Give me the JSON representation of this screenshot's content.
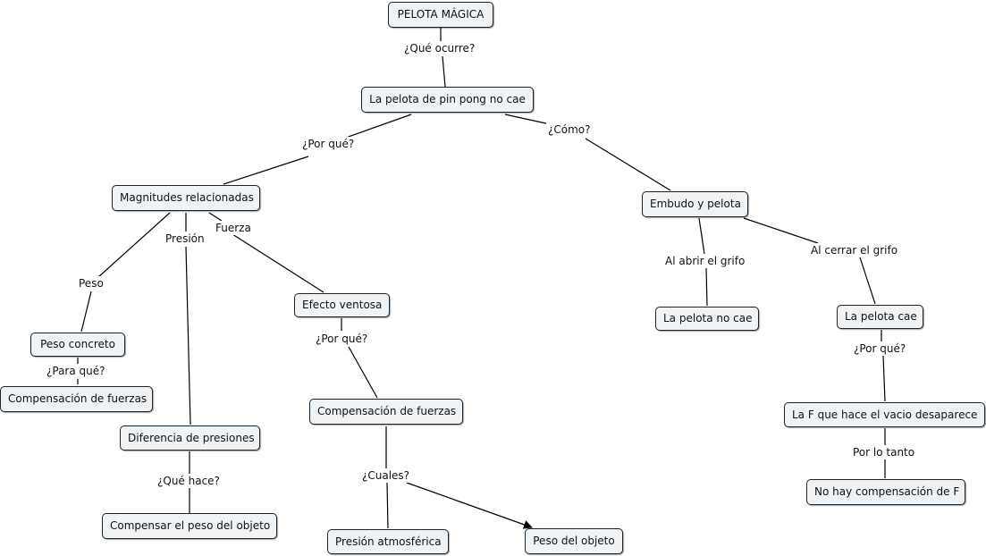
{
  "concepts": {
    "pelota_magica": "PELOTA MÁGICA",
    "pelota_no_cae_root": "La pelota de pin pong no cae",
    "magnitudes": "Magnitudes relacionadas",
    "embudo": "Embudo y pelota",
    "peso_concreto": "Peso concreto",
    "compensacion_left": "Compensación de fuerzas",
    "efecto_ventosa": "Efecto ventosa",
    "compensacion_mid": "Compensación de fuerzas",
    "diferencia_presiones": "Diferencia de presiones",
    "compensar_peso": "Compensar el peso del objeto",
    "presion_atmosferica": "Presión atmosférica",
    "peso_objeto": "Peso del objeto",
    "pelota_no_cae": "La pelota no cae",
    "pelota_cae": "La pelota cae",
    "vacio_desaparece": "La F que hace el vacio desaparece",
    "no_compensacion": "No hay compensación de F"
  },
  "links": {
    "que_ocurre": "¿Qué ocurre?",
    "por_que_1": "¿Por qué?",
    "como": "¿Cómo?",
    "peso": "Peso",
    "presion": "Presión",
    "fuerza": "Fuerza",
    "para_que": "¿Para qué?",
    "por_que_2": "¿Por qué?",
    "que_hace": "¿Qué hace?",
    "cuales": "¿Cuales?",
    "abrir_grifo": "Al abrir el grifo",
    "cerrar_grifo": "Al cerrar el grifo",
    "por_que_3": "¿Por qué?",
    "por_lo_tanto": "Por lo tanto"
  }
}
